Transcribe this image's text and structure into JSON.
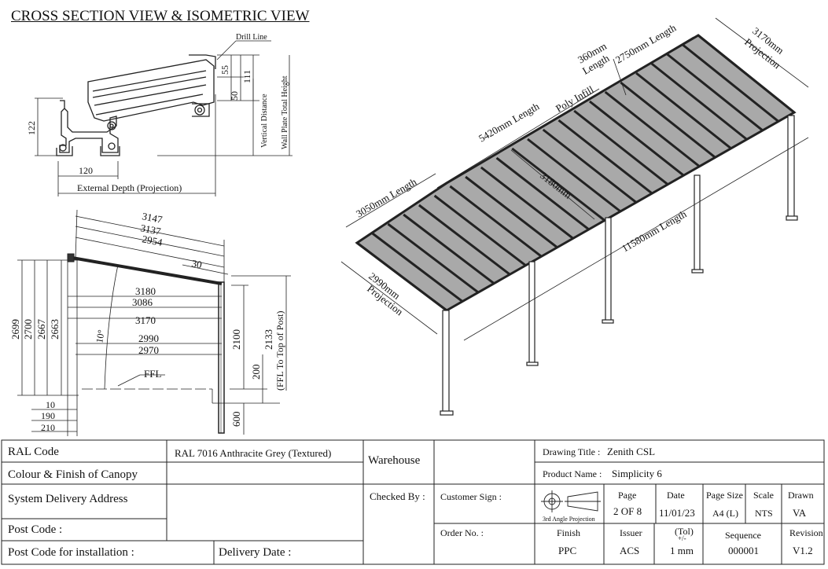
{
  "title": "CROSS SECTION VIEW & ISOMETRIC VIEW",
  "section": {
    "drill_line": "Drill Line",
    "dim_55": "55",
    "dim_111": "111",
    "dim_50": "50",
    "vertical_distance": "Vertical Distance",
    "wall_plate_total_height": "Wall Plate Total Height",
    "dim_122": "122",
    "dim_120": "120",
    "external_depth": "External Depth (Projection)"
  },
  "elevation": {
    "d3147": "3147",
    "d3137": "3137",
    "d2954": "2954",
    "d30": "30",
    "d3180": "3180",
    "d3086": "3086",
    "d3170": "3170",
    "d2990": "2990",
    "d2970": "2970",
    "angle": "10°",
    "h2699": "2699",
    "h2700": "2700",
    "h2667": "2667",
    "h2663": "2663",
    "d2100": "2100",
    "d2133": "2133",
    "top_of_post": "(FFL To Top of Post)",
    "d200": "200",
    "d600": "600",
    "ffl": "FFL",
    "d10": "10",
    "d190": "190",
    "d210": "210"
  },
  "iso": {
    "len3050": "3050mm Length",
    "len5420": "5420mm Length",
    "poly_infill": "Poly Infill",
    "len360": "360mm",
    "len360b": "Length",
    "len2750": "2750mm Length",
    "proj3170": "3170mm",
    "proj3170b": "Projection",
    "len3180": "3180mm",
    "len11580": "11580mm Length",
    "proj2990": "2990mm",
    "proj2990b": "Projection"
  },
  "titleblock": {
    "ral_code_label": "RAL Code",
    "ral_code_value": "RAL 7016 Anthracite Grey (Textured)",
    "colour_label": "Colour & Finish of Canopy",
    "address_label": "System Delivery Address",
    "postcode_label": "Post Code :",
    "install_postcode_label": "Post Code for installation :",
    "delivery_date_label": "Delivery Date :",
    "warehouse_label": "Warehouse",
    "checked_by_label": "Checked By :",
    "customer_sign_label": "Customer Sign :",
    "order_no_label": "Order No. :",
    "drawing_title_label": "Drawing Title :",
    "drawing_title_value": "Zenith CSL",
    "product_name_label": "Product Name :",
    "product_name_value": "Simplicity 6",
    "projection_label": "3rd Angle Projection",
    "page_label": "Page",
    "page_value": "2 OF 8",
    "date_label": "Date",
    "date_value": "11/01/23",
    "page_size_label": "Page Size",
    "page_size_value": "A4 (L)",
    "scale_label": "Scale",
    "scale_value": "NTS",
    "drawn_label": "Drawn",
    "drawn_value": "VA",
    "finish_label": "Finish",
    "finish_value": "PPC",
    "issuer_label": "Issuer",
    "issuer_value": "ACS",
    "tol_label": "(Tol)",
    "tol_sub": "+/-",
    "tol_value": "1 mm",
    "sequence_label": "Sequence",
    "sequence_value": "000001",
    "revision_label": "Revision",
    "revision_value": "V1.2"
  }
}
